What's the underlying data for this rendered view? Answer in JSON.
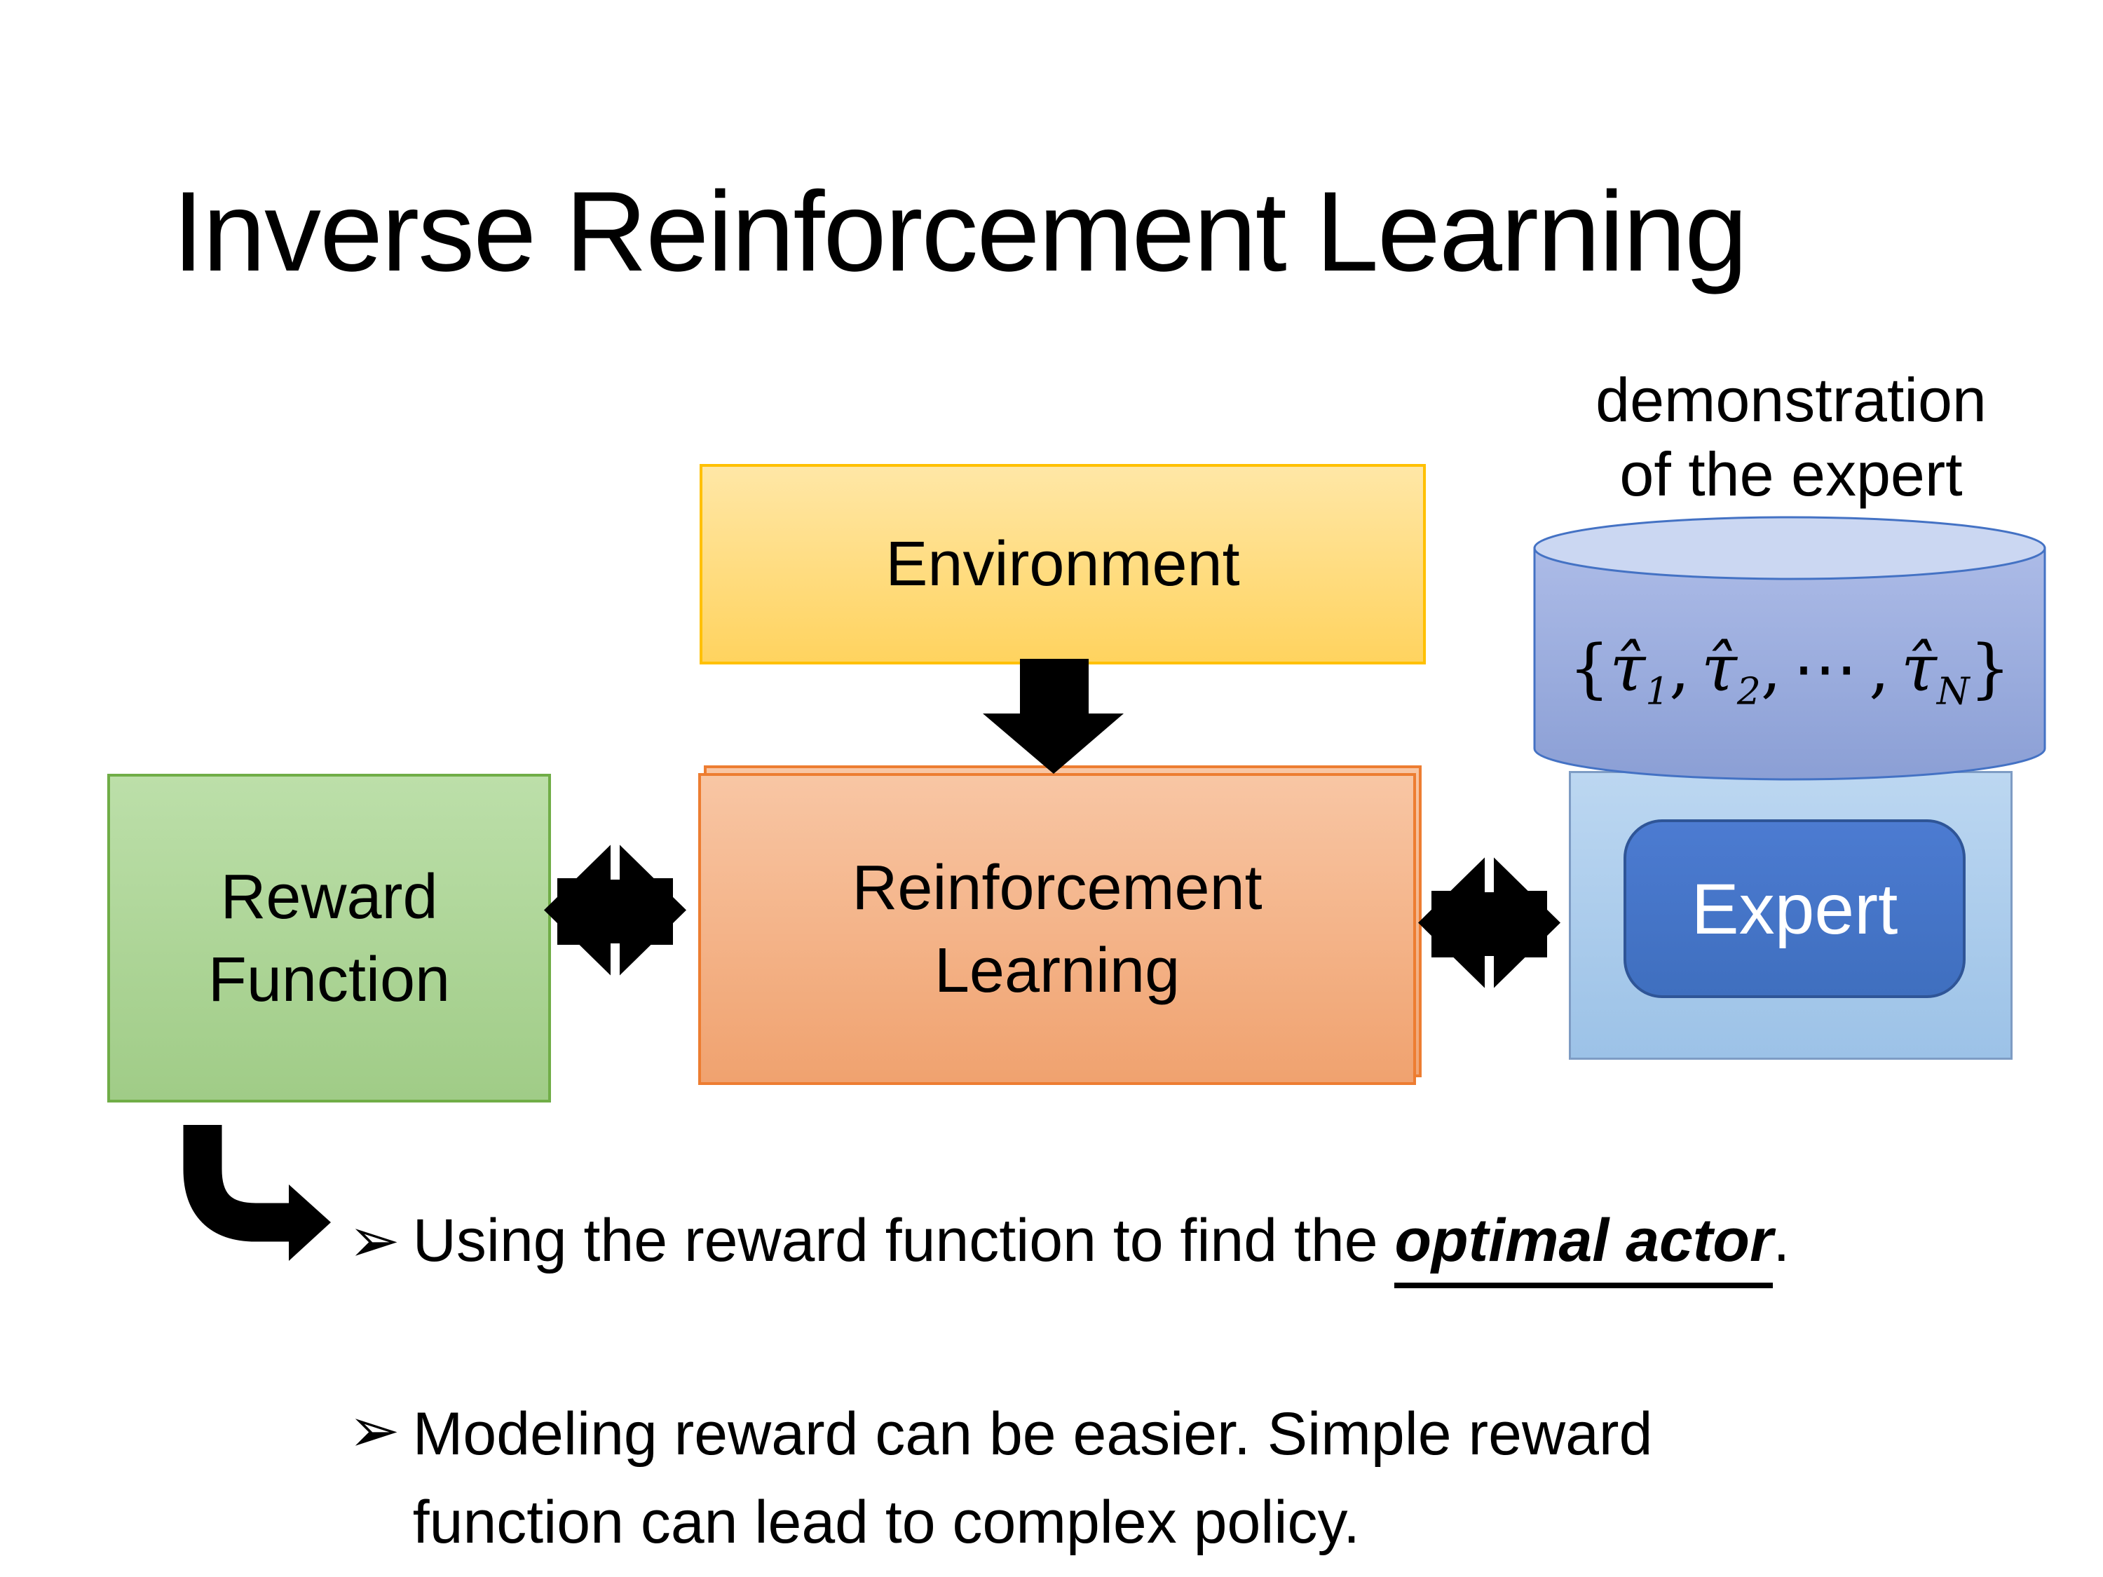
{
  "slide": {
    "title": "Inverse Reinforcement Learning",
    "annotation": {
      "line1": "demonstration",
      "line2": "of the expert"
    },
    "boxes": {
      "environment": {
        "label": "Environment"
      },
      "reward": {
        "line1": "Reward",
        "line2": "Function"
      },
      "rl": {
        "line1": "Reinforcement",
        "line2": "Learning"
      },
      "expert": {
        "label": "Expert"
      }
    },
    "cylinder": {
      "math": {
        "open": "{",
        "tau1": "τ̂",
        "sub1": "1",
        "comma1": ",",
        "tau2": "τ̂",
        "sub2": "2",
        "comma2": ",",
        "dots": "⋯",
        "comma3": ",",
        "tauN": "τ̂",
        "subN": "N",
        "close": "}"
      }
    },
    "bullets": {
      "marker": "➢",
      "item1": {
        "before": "Using the reward function to find the ",
        "emphasis": "optimal actor",
        "after": "."
      },
      "item2": {
        "line1": "Modeling reward can be easier. Simple reward",
        "line2": "function can lead to complex policy."
      }
    },
    "colors": {
      "environment_fill": "#FFD966",
      "environment_border": "#FFC000",
      "reward_fill": "#A9D18E",
      "reward_border": "#70AD47",
      "rl_fill": "#F4B183",
      "rl_border": "#ED7D31",
      "cylinder_fill": "#8FAADC",
      "cylinder_top": "#CBD7F2",
      "cylinder_border": "#4472C4",
      "expert_panel_fill": "#9DC3E6",
      "expert_fill": "#4472C4",
      "expert_border": "#2F5597",
      "expert_text": "#FFFFFF",
      "arrow": "#000000",
      "text": "#000000",
      "background": "#FFFFFF"
    }
  }
}
